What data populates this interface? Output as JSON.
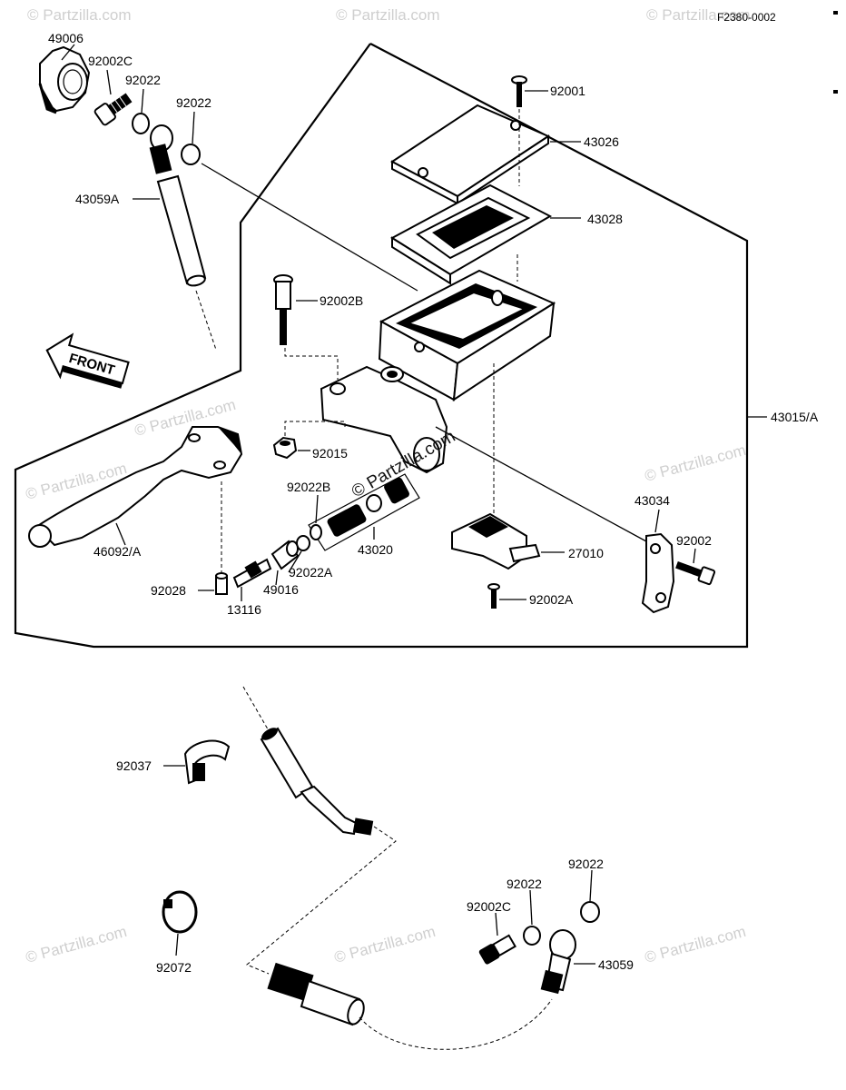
{
  "diagram_code": "F2380-0002",
  "front_arrow_label": "FRONT",
  "assembly_label": "43015/A",
  "watermark": {
    "text": "© Partzilla.com",
    "main_text": "© Partzilla.com"
  },
  "callouts": {
    "c49006": "49006",
    "c92002C_top": "92002C",
    "c92022_a": "92022",
    "c92022_b": "92022",
    "c43059A": "43059A",
    "c92001": "92001",
    "c43026": "43026",
    "c43028": "43028",
    "c92002B": "92002B",
    "c92015": "92015",
    "c92022B": "92022B",
    "c43020": "43020",
    "c92022A": "92022A",
    "c49016": "49016",
    "c92028": "92028",
    "c13116": "13116",
    "c46092A": "46092/A",
    "c27010": "27010",
    "c92002A": "92002A",
    "c43034": "43034",
    "c92002": "92002",
    "c92037": "92037",
    "c92072": "92072",
    "c92002C_bottom": "92002C",
    "c92022_c": "92022",
    "c92022_d": "92022",
    "c43059": "43059"
  }
}
